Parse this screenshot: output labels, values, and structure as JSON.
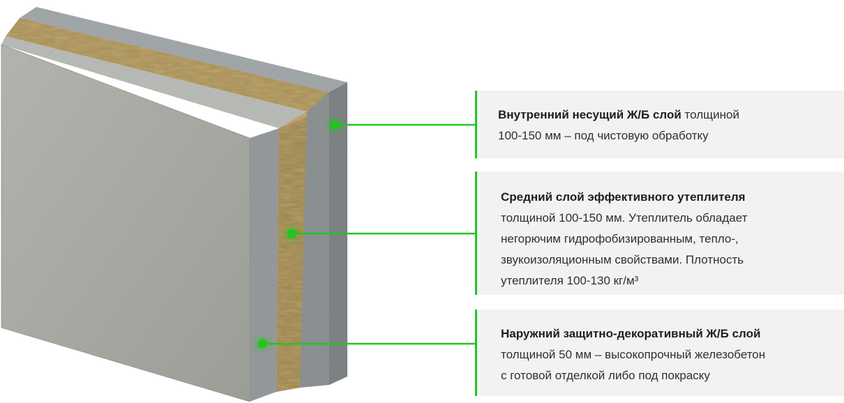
{
  "callouts": [
    {
      "title": "Внутренний несущий Ж/Б слой",
      "body": "толщиной",
      "body2": "100-150 мм – под чистовую обработку"
    },
    {
      "title": "Средний слой эффективного утеплителя",
      "lines": [
        "толщиной 100-150 мм. Утеплитель обладает",
        "негорючим гидрофобизированным, тепло-,",
        "звукоизоляционным свойствами. Плотность",
        "утеплителя 100-130 кг/м³"
      ]
    },
    {
      "title": "Наружний защитно-декоративный Ж/Б слой",
      "lines": [
        "толщиной 50 мм – высокопрочный железобетон",
        "с готовой отделкой либо под покраску"
      ]
    }
  ],
  "colors": {
    "accent": "#22c51f",
    "panel_face": "#a7aaa3",
    "concrete": "#8e9496",
    "insulation": "#a88f5a",
    "callout_bg": "#f2f2f2"
  }
}
